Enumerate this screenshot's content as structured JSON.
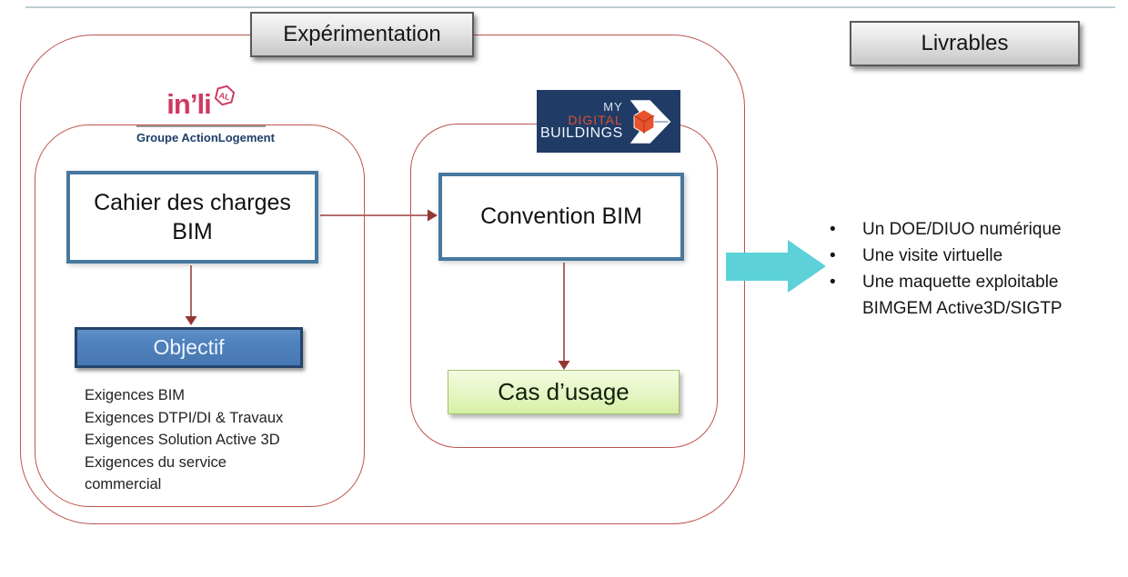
{
  "slide": {
    "headers": {
      "experimentation": "Expérimentation",
      "livrables": "Livrables"
    },
    "logos": {
      "inli": {
        "name": "in’li",
        "badge": "AL",
        "subtitle": "Groupe ActionLogement"
      },
      "my_digital_buildings": {
        "line1": "MY",
        "line2": "DIGITAL",
        "line3": "BUILDINGS"
      }
    },
    "boxes": {
      "cahier": "Cahier des charges BIM",
      "convention": "Convention BIM",
      "objectif": "Objectif",
      "cas_usage": "Cas d’usage"
    },
    "exigences": [
      "Exigences BIM",
      "Exigences DTPI/DI & Travaux",
      "Exigences Solution Active 3D",
      "Exigences du service commercial"
    ],
    "livrables_items": [
      "Un DOE/DIUO numérique",
      "Une visite virtuelle",
      "Une maquette exploitable BIMGEM Active3D/SIGTP"
    ],
    "colors": {
      "frame_red": "#bd5350",
      "connector_red": "#943634",
      "box_border_blue": "#46789f",
      "objectif_blue": "#4f81bd",
      "cas_green": "#d7efa5",
      "cyan_arrow": "#5cd1d8",
      "inli_crimson": "#ce3a62",
      "mdb_navy": "#203c66",
      "mdb_orange": "#d94f30",
      "header_gray": "#d9d9d9"
    }
  }
}
